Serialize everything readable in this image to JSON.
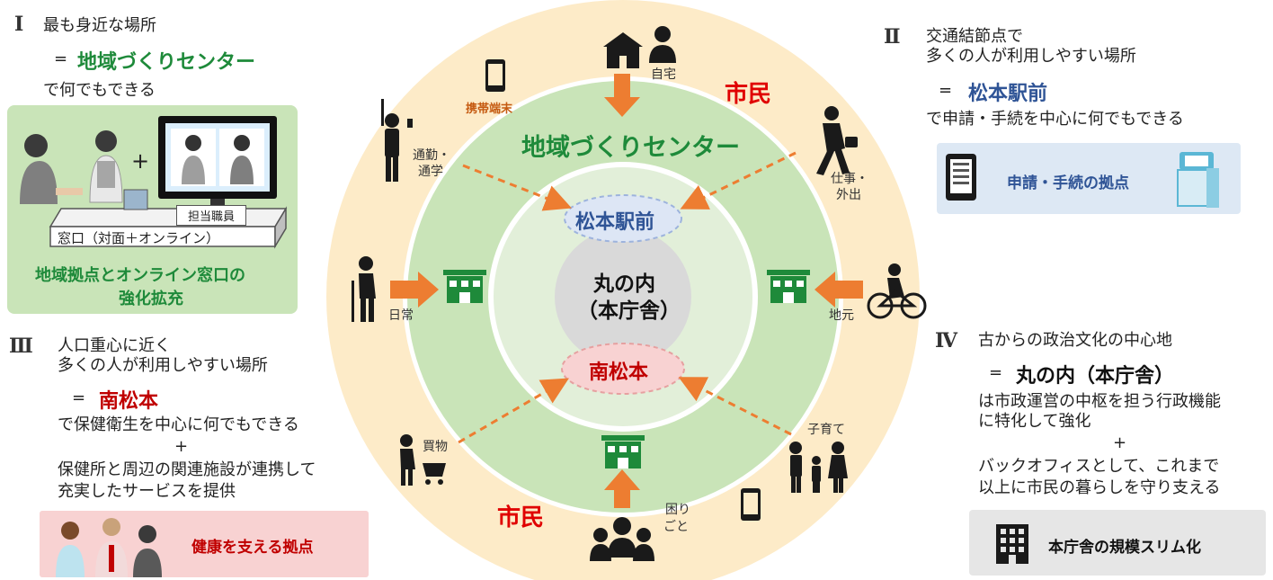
{
  "colors": {
    "green": "#1e8a3a",
    "blue": "#2f5496",
    "red": "#c00000",
    "orange": "#ed7d31",
    "ring_outer": "#fdebc8",
    "ring_mid": "#c9e4b8",
    "panel_green": "#c9e4b8",
    "panel_blue": "#dde8f4",
    "panel_pink": "#f8d2d2",
    "panel_gray": "#e6e6e6"
  },
  "section1": {
    "num": "Ⅰ",
    "line1": "最も身近な場所",
    "eq": "=",
    "highlight": "地域づくりセンター",
    "line3": "で何でもできる",
    "window_label": "窓口（対面＋オンライン）",
    "staff_label": "担当職員",
    "plus": "+",
    "panel_text_1": "地域拠点とオンライン窓口の",
    "panel_text_2": "強化拡充"
  },
  "section2": {
    "num": "Ⅱ",
    "line1": "交通結節点で",
    "line2": "多くの人が利用しやすい場所",
    "eq": "=",
    "highlight": "松本駅前",
    "line4": "で申請・手続を中心に何でもできる",
    "panel_text": "申請・手続の拠点"
  },
  "section3": {
    "num": "Ⅲ",
    "line1": "人口重心に近く",
    "line2": "多くの人が利用しやすい場所",
    "eq": "=",
    "highlight": "南松本",
    "line4": "で保健衛生を中心に何でもできる",
    "plus": "+",
    "line6": "保健所と周辺の関連施設が連携して",
    "line7": "充実したサービスを提供",
    "panel_text": "健康を支える拠点"
  },
  "section4": {
    "num": "Ⅳ",
    "line1": "古からの政治文化の中心地",
    "eq": "=",
    "highlight": "丸の内（本庁舎）",
    "line3": "は市政運営の中枢を担う行政機能",
    "line4": "に特化して強化",
    "plus": "+",
    "line6": "バックオフィスとして、これまで",
    "line7": "以上に市民の暮らしを守り支える",
    "panel_text": "本庁舎の規模スリム化"
  },
  "center": {
    "ring_title": "地域づくりセンター",
    "matsumoto": "松本駅前",
    "core_1": "丸の内",
    "core_2": "（本庁舎）",
    "minami": "南松本",
    "citizen_top": "市民",
    "citizen_bottom": "市民"
  },
  "people": {
    "home": "自宅",
    "mobile": "携帯端末",
    "commute_1": "通勤・",
    "commute_2": "通学",
    "work_1": "仕事・",
    "work_2": "外出",
    "daily": "日常",
    "local": "地元",
    "shopping": "買物",
    "childcare": "子育て",
    "trouble_1": "困り",
    "trouble_2": "ごと"
  }
}
